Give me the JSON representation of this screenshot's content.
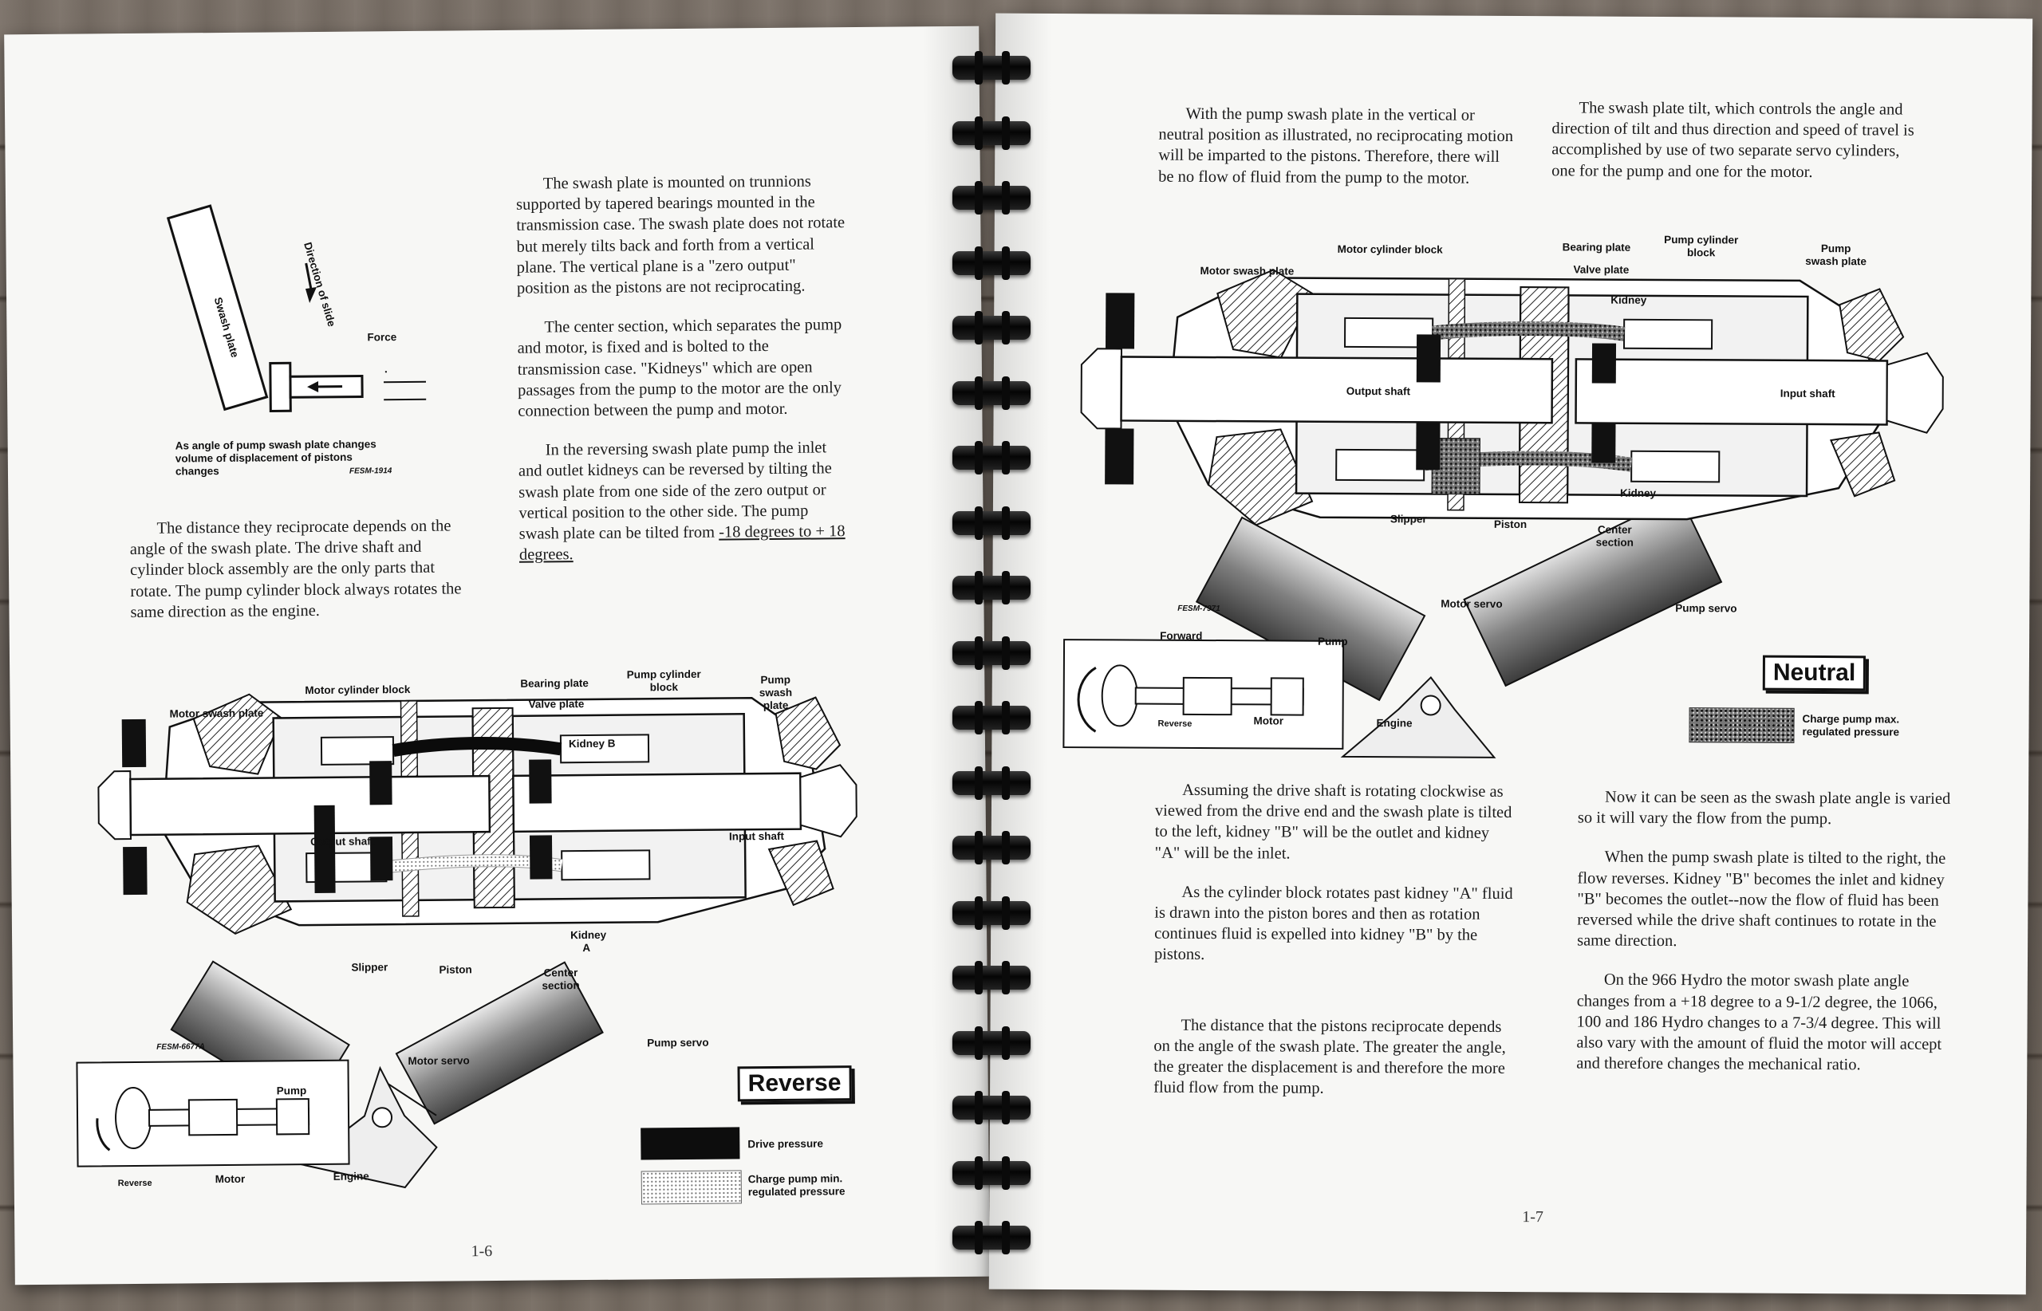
{
  "left": {
    "page_number": "1-6",
    "column1_paragraph": "The distance they reciprocate depends on the angle of the swash plate. The drive shaft and cylinder block assembly are the only parts that rotate. The pump cylinder block always rotates the same direction as the engine.",
    "column2": {
      "p1": "The swash plate is mounted on trunnions supported by tapered bearings mounted in the transmission case. The swash plate does not rotate but merely tilts back and forth from a vertical plane. The vertical plane is a \"zero output\" position as the pistons are not reciprocating.",
      "p2": "The center section, which separates the pump and motor, is fixed and is bolted to the transmission case. \"Kidneys\" which are open passages from the pump to the motor are the only connection between the pump and motor.",
      "p3_start": "In the reversing swash plate pump the inlet and outlet kidneys can be reversed by tilting the swash plate from one side of the zero output or vertical position to the other side. The pump swash plate can be tilted from ",
      "p3_underlined": "-18 degrees to + 18 degrees."
    },
    "small_diagram": {
      "swash_plate": "Swash plate",
      "direction_of_slide": "Direction of slide",
      "force": "Force",
      "caption": "As angle of pump swash plate changes volume of displacement of pistons changes",
      "figure_id": "FESM-1914"
    },
    "main_diagram": {
      "labels": {
        "motor_cylinder_block": "Motor cylinder block",
        "motor_swash_plate": "Motor swash plate",
        "bearing_plate": "Bearing plate",
        "valve_plate": "Valve plate",
        "pump_cylinder_block": "Pump cylinder block",
        "pump_swash_plate": "Pump swash plate",
        "kidney_b": "Kidney B",
        "output_shaft": "Output shaft",
        "input_shaft": "Input shaft",
        "kidney_a": "Kidney A",
        "slipper": "Slipper",
        "piston": "Piston",
        "center_section": "Center section",
        "motor_servo": "Motor servo",
        "pump_servo": "Pump servo"
      },
      "figure_id": "FESM-6677A",
      "mode_badge": "Reverse",
      "inset": {
        "pump": "Pump",
        "motor": "Motor",
        "engine": "Engine",
        "reverse": "Reverse"
      },
      "legend": [
        {
          "label": "Drive pressure",
          "pattern": "solid-black"
        },
        {
          "label": "Charge pump min. regulated pressure",
          "pattern": "light-dots"
        }
      ]
    }
  },
  "right": {
    "page_number": "1-7",
    "top_left_paragraph": "With the pump swash plate in the vertical or neutral position as illustrated, no reciprocating motion will be imparted to the pistons. Therefore, there will be no flow of fluid from the pump to the motor.",
    "top_right_paragraph": "The swash plate tilt, which controls the angle and direction of tilt and thus direction and speed of travel is accomplished by use of two separate servo cylinders, one for the pump and one for the motor.",
    "main_diagram": {
      "labels": {
        "motor_cylinder_block": "Motor cylinder block",
        "motor_swash_plate": "Motor swash plate",
        "bearing_plate": "Bearing plate",
        "valve_plate": "Valve plate",
        "pump_cylinder_block": "Pump cylinder block",
        "pump_swash_plate": "Pump swash plate",
        "kidney_top": "Kidney",
        "output_shaft": "Output shaft",
        "input_shaft": "Input shaft",
        "kidney_bottom": "Kidney",
        "slipper": "Slipper",
        "piston": "Piston",
        "center_section": "Center section",
        "motor_servo": "Motor servo",
        "pump_servo": "Pump servo"
      },
      "figure_id": "FESM-7971",
      "mode_badge": "Neutral",
      "inset": {
        "forward": "Forward",
        "pump": "Pump",
        "motor": "Motor",
        "engine": "Engine",
        "reverse": "Reverse"
      },
      "legend": [
        {
          "label": "Charge pump max. regulated pressure",
          "pattern": "granular"
        }
      ]
    },
    "column_left": {
      "p1": "Assuming the drive shaft is rotating clockwise as viewed from the drive end and the swash plate is tilted to the left, kidney \"B\" will be the outlet and kidney \"A\" will be the inlet.",
      "p2": "As the cylinder block rotates past kidney \"A\" fluid is drawn into the piston bores and then as rotation continues fluid is expelled into kidney \"B\" by the pistons.",
      "p3": "The distance that the pistons reciprocate depends on the angle of the swash plate. The greater the angle, the greater the displacement is and therefore the more fluid flow from the pump."
    },
    "column_right": {
      "p1": "Now it can be seen as the swash plate angle is varied so it will vary the flow from the pump.",
      "p2": "When the pump swash plate is tilted to the right, the flow reverses. Kidney \"B\" becomes the inlet and kidney \"B\" becomes the outlet--now the flow of fluid has been reversed while the drive shaft continues to rotate in the same direction.",
      "p3": "On the 966 Hydro the motor swash plate angle changes from a +18 degree to a 9-1/2 degree, the 1066, 100 and 186 Hydro changes to a 7-3/4 degree. This will also vary with the amount of fluid the motor will accept and therefore changes the mechanical ratio."
    }
  }
}
